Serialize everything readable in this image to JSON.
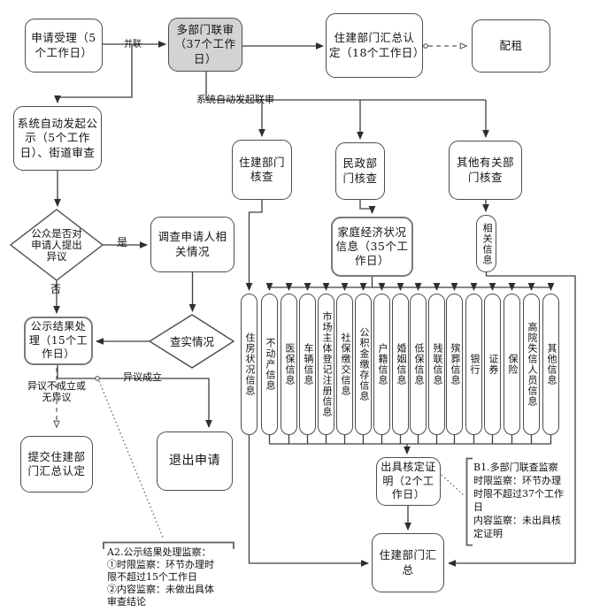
{
  "colors": {
    "line": "#3d3d3d",
    "box_border": "#4d4d4d",
    "box_fill": "#ffffff",
    "highlight_fill": "#d3d3d3"
  },
  "nodes": {
    "apply": "申请受理（5个工作日）",
    "joint_review": "多部门联审（37个工作日）",
    "summary_confirm": "住建部门汇总认定（18个工作日）",
    "allocate": "配租",
    "publicity": "系统自动发起公示（5个工作日）、街道审查",
    "housing_check": "住建部门核查",
    "civil_check": "民政部门核查",
    "other_check": "其他有关部门核查",
    "family_econ": "家庭经济状况信息（35个工作日）",
    "investigate": "调查申请人相关情况",
    "public_objection": "公众是否对申请人提出异议",
    "verify": "查实情况",
    "publicity_result": "公示结果处理（15个工作日）",
    "withdraw": "退出申请",
    "submit_summary": "提交住建部门汇总认定",
    "related_info": "相关信息",
    "issue_cert": "出具核定证明（2个工作日）",
    "dept_summary": "住建部门汇总"
  },
  "capsules": [
    "住房状况信息",
    "不动产信息",
    "医保信息",
    "车辆信息",
    "市场主体登记注册信息",
    "社保缴交信息",
    "公积金缴存信息",
    "户籍信息",
    "婚姻信息",
    "低保信息",
    "残联信息",
    "殡葬信息",
    "银行",
    "证券",
    "保险",
    "高院失信人员信息",
    "其他信息"
  ],
  "edge_labels": {
    "parallel": "并联",
    "auto_joint": "系统自动发起联审",
    "yes": "是",
    "no": "否",
    "objection_valid": "异议成立",
    "objection_invalid": "异议不成立或\n无异议"
  },
  "annotations": {
    "a2": "A2.公示结果处理监察：\n①时限监察：环节办理时\n限不超过15个工作日\n②内容监察：未做出具体\n审查结论",
    "b1": "B1.多部门联查监察\n时限监察：环节办理\n时限不超过37个工作\n日\n内容监察：未出具核\n定证明"
  }
}
